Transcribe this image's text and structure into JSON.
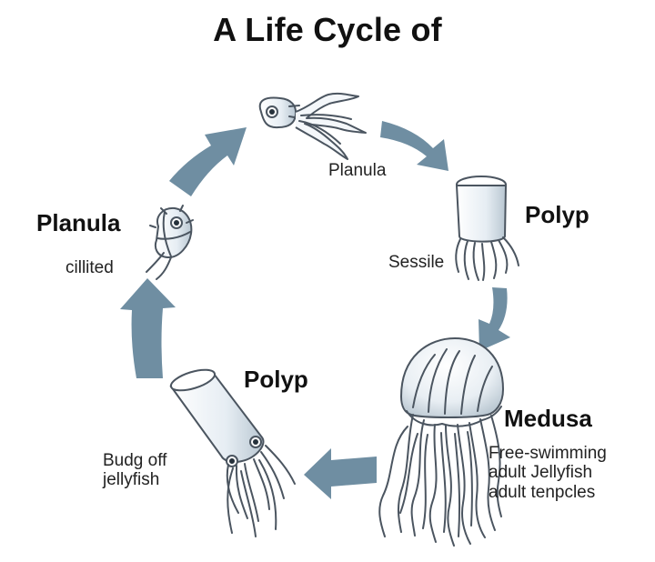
{
  "title": "A Life Cycle of",
  "stages": {
    "planula_top": {
      "note": "Planula"
    },
    "polyp_right": {
      "name": "Polyp",
      "note": "Sessile"
    },
    "medusa": {
      "name": "Medusa",
      "note_lines": [
        "Free-swimming",
        "adult Jellyfish",
        "adult tenpcles"
      ]
    },
    "polyp_bottom": {
      "name": "Polyp",
      "note_lines": [
        "Budg off",
        "jellyfish"
      ]
    },
    "planula_left": {
      "name": "Planula",
      "note": "cillited"
    }
  },
  "colors": {
    "arrow": "#6f8ea2",
    "arrow_dark": "#5b7b90",
    "organism_fill": "#eef3f7",
    "organism_shade": "#c8d3dc",
    "outline": "#4b5560"
  },
  "icons": {
    "arrows": "cycle-arrow-icon",
    "planula": "planula-larva-icon",
    "polyp": "polyp-icon",
    "medusa": "jellyfish-icon"
  }
}
